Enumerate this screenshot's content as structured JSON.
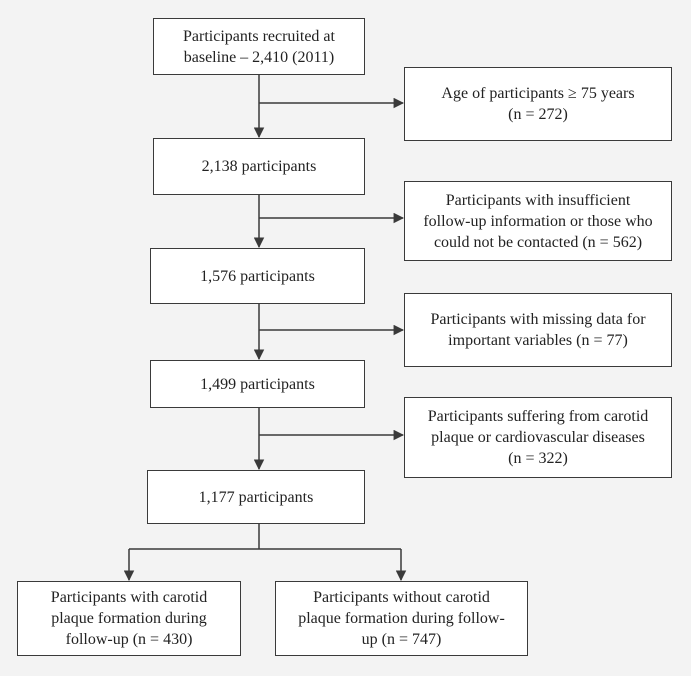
{
  "main_boxes": [
    {
      "lines": [
        "Participants recruited at",
        "baseline – 2,410 (2011)"
      ]
    },
    {
      "lines": [
        "2,138 participants"
      ]
    },
    {
      "lines": [
        "1,576 participants"
      ]
    },
    {
      "lines": [
        "1,499 participants"
      ]
    },
    {
      "lines": [
        "1,177 participants"
      ]
    }
  ],
  "exclusions": [
    {
      "lines": [
        "Age of participants ≥ 75 years",
        "(n = 272)"
      ]
    },
    {
      "lines": [
        "Participants with insufficient",
        "follow-up information or those who",
        "could not be contacted (n = 562)"
      ]
    },
    {
      "lines": [
        "Participants with missing data for",
        "important variables (n = 77)"
      ]
    },
    {
      "lines": [
        "Participants suffering from carotid",
        "plaque or cardiovascular diseases",
        "(n = 322)"
      ]
    }
  ],
  "outcomes": [
    {
      "lines": [
        "Participants with carotid",
        "plaque formation during",
        "follow-up (n = 430)"
      ]
    },
    {
      "lines": [
        "Participants without carotid",
        "plaque formation during follow-",
        "up (n = 747)"
      ]
    }
  ],
  "colors": {
    "line": "#3a3a3a",
    "box_fill": "#ffffff",
    "background": "#f3f3f3"
  }
}
